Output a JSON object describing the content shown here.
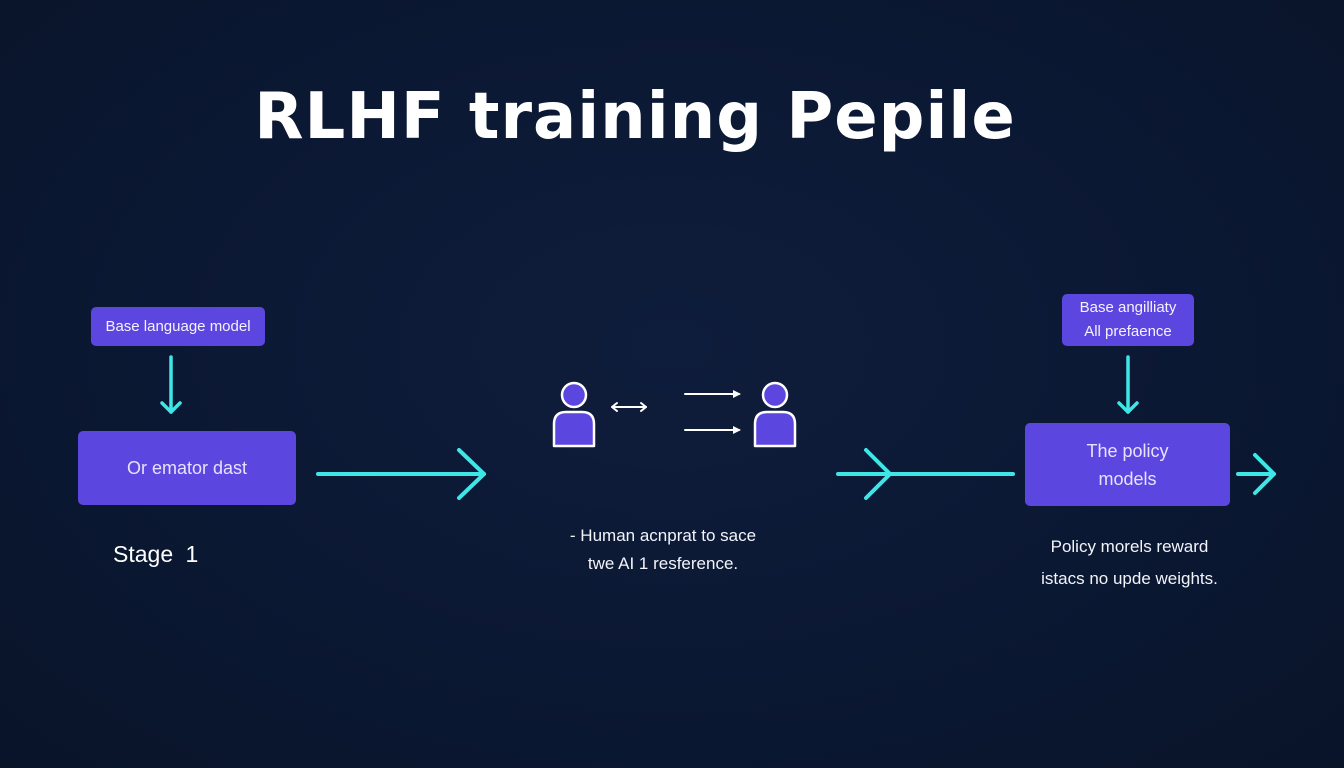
{
  "diagram": {
    "title": "RLHF training Pepile",
    "stage1": {
      "tag": "Base language model",
      "box": "Or emator dast",
      "label": "Stage  1"
    },
    "stage2": {
      "caption_line1": "- Human acnprat to sace",
      "caption_line2": "twe AI 1 resference."
    },
    "stage3": {
      "tag_line1": "Base angilliaty",
      "tag_line2": "All prefaence",
      "box_line1": "The policy",
      "box_line2": "models",
      "caption_line1": "Policy morels reward",
      "caption_line2": "istacs no upde weights."
    }
  },
  "colors": {
    "background": "#0b1833",
    "box": "#5b46e0",
    "arrow": "#3fe6e6",
    "person": "#5b46e0",
    "text": "#ffffff"
  },
  "icons": [
    "person-icon",
    "person-icon",
    "double-arrow-icon",
    "arrow-right-icon"
  ]
}
